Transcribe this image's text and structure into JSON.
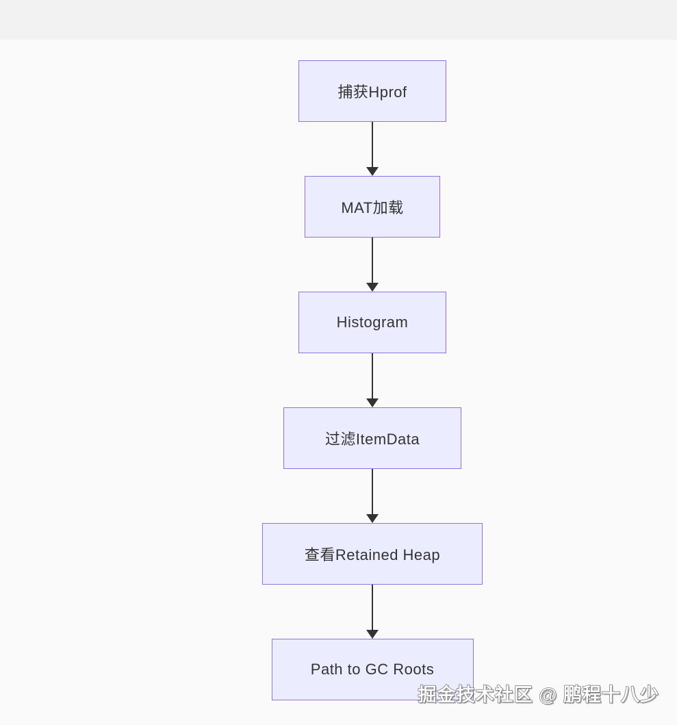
{
  "diagram": {
    "type": "flowchart",
    "direction": "top-down",
    "nodes": [
      {
        "id": "capture-hprof",
        "label": "捕获Hprof"
      },
      {
        "id": "mat-load",
        "label": "MAT加载"
      },
      {
        "id": "histogram",
        "label": "Histogram"
      },
      {
        "id": "filter-itemdata",
        "label": "过滤ItemData"
      },
      {
        "id": "retained-heap",
        "label": "查看Retained Heap"
      },
      {
        "id": "path-to-gc-roots",
        "label": "Path to GC Roots"
      }
    ],
    "edges": [
      {
        "from": "capture-hprof",
        "to": "mat-load"
      },
      {
        "from": "mat-load",
        "to": "histogram"
      },
      {
        "from": "histogram",
        "to": "filter-itemdata"
      },
      {
        "from": "filter-itemdata",
        "to": "retained-heap"
      },
      {
        "from": "retained-heap",
        "to": "path-to-gc-roots"
      }
    ],
    "colors": {
      "node_fill": "#ECECFF",
      "node_border": "#9370DB",
      "node_text": "#333333",
      "arrow": "#333333",
      "background": "#fafafa",
      "top_strip": "#f2f2f3"
    }
  },
  "watermark": {
    "text": "掘金技术社区 @ 鹏程十八少"
  }
}
